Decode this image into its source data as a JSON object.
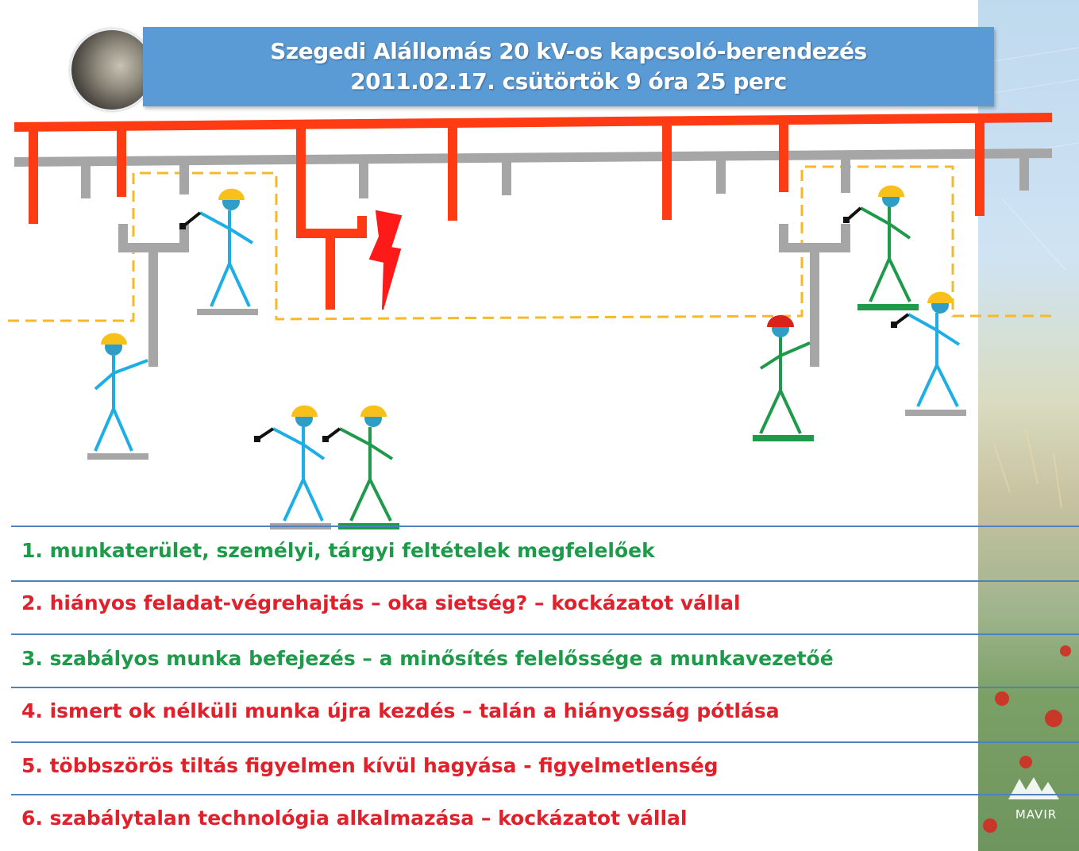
{
  "title": {
    "line1": "Szegedi Alállomás 20 kV-os kapcsoló-berendezés",
    "line2": "2011.02.17. csütörtök  9 óra 25 perc"
  },
  "logo": {
    "text": "MAVIR"
  },
  "items": [
    {
      "text": "1. munkaterület, személyi, tárgyi feltételek megfelelőek",
      "color": "#1f9a4a"
    },
    {
      "text": "2. hiányos feladat-végrehajtás – oka sietség? – kockázatot vállal",
      "color": "#e0202a"
    },
    {
      "text": "3. szabályos munka befejezés – a minősítés felelőssége a munkavezetőé",
      "color": "#1f9a4a"
    },
    {
      "text": "4. ismert ok nélküli munka újra kezdés – talán a hiányosság pótlása",
      "color": "#e0202a"
    },
    {
      "text": "5. többszörös tiltás figyelmen kívül hagyása - figyelmetlenség",
      "color": "#e0202a"
    },
    {
      "text": "6. szabálytalan technológia alkalmazása – kockázatot vállal",
      "color": "#e0202a"
    }
  ],
  "colors": {
    "live_bus": "#ff3b14",
    "dead_bus": "#a6a6a6",
    "zone_boundary": "#f7b928",
    "worker_blue": "#1eaee6",
    "worker_green": "#1f9a4a",
    "helmet_yellow": "#f8c01a",
    "helmet_red": "#d9221c",
    "lightning": "#ff1a1a"
  },
  "workers": [
    {
      "id": "w1",
      "color": "worker_blue",
      "helmet": "helmet_yellow"
    },
    {
      "id": "w2",
      "color": "worker_blue",
      "helmet": "helmet_yellow"
    },
    {
      "id": "w3",
      "color": "worker_blue",
      "helmet": "helmet_yellow"
    },
    {
      "id": "w4",
      "color": "worker_green",
      "helmet": "helmet_yellow"
    },
    {
      "id": "w5",
      "color": "worker_green",
      "helmet": "helmet_red"
    },
    {
      "id": "w6",
      "color": "worker_green",
      "helmet": "helmet_yellow"
    },
    {
      "id": "w7",
      "color": "worker_blue",
      "helmet": "helmet_yellow"
    }
  ]
}
